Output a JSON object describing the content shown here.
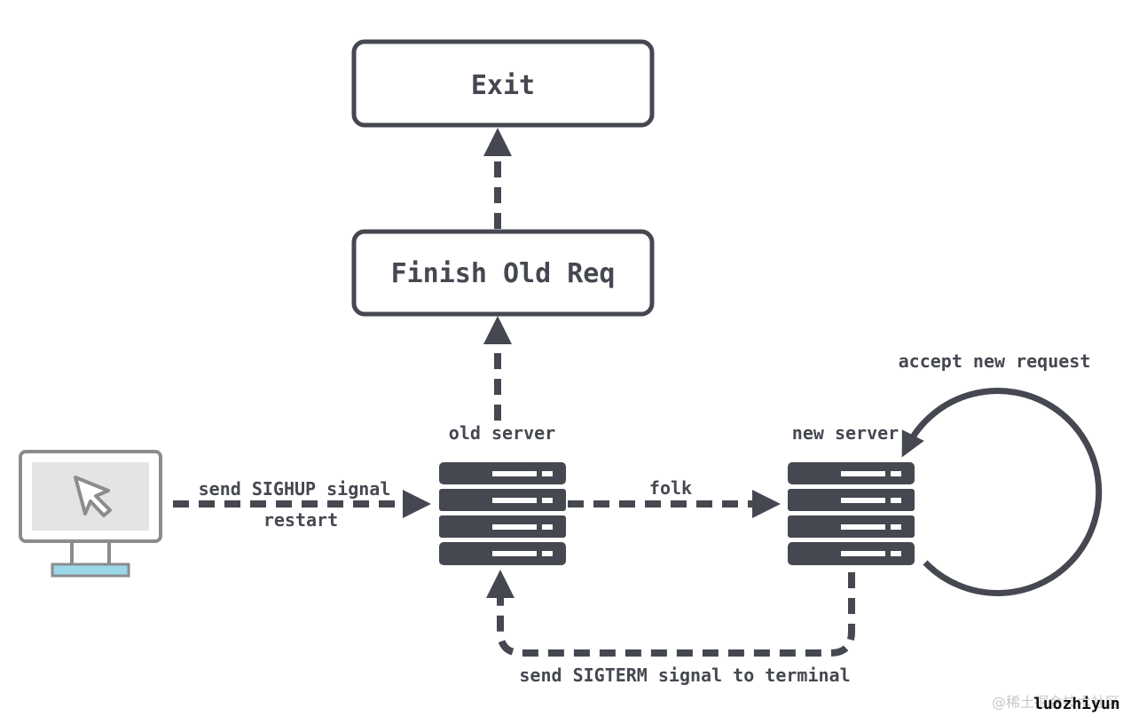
{
  "nodes": {
    "exit": "Exit",
    "finish": "Finish Old Req"
  },
  "servers": {
    "old": "old server",
    "new": "new server"
  },
  "edges": {
    "sighup": "send SIGHUP signal",
    "restart": "restart",
    "folk": "folk",
    "sigterm": "send SIGTERM signal to terminal",
    "accept": "accept new request"
  },
  "watermark": "@稀土掘金技术社区",
  "author": "luozhiyun",
  "colors": {
    "stroke": "#454850",
    "server_fill": "#454850",
    "server_slot": "#ffffff",
    "monitor_frame": "#8c8c8c",
    "monitor_screen": "#e4e4e4",
    "monitor_base": "#9ad8ea"
  }
}
